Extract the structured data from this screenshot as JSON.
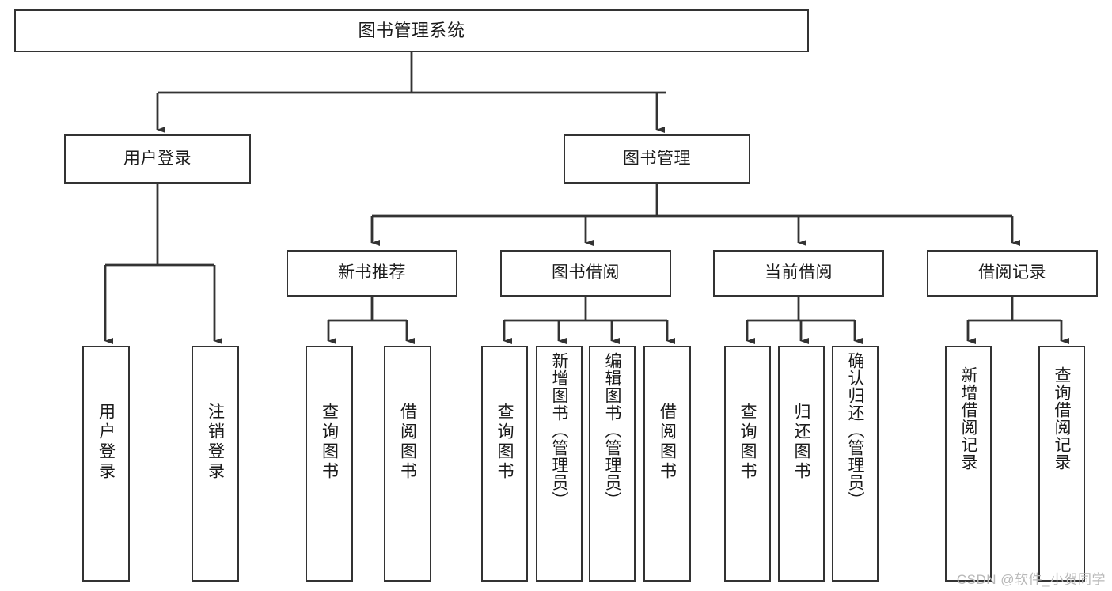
{
  "diagram": {
    "type": "tree-hierarchy",
    "title": "图书管理系统",
    "watermark": "CSDN @软件_小贺同学",
    "colors": {
      "stroke": "#333333",
      "fill": "#ffffff",
      "text": "#1a1a1a",
      "watermark": "#b8b8b8"
    },
    "nodes": {
      "root": {
        "label": "图书管理系统"
      },
      "level2": [
        {
          "label": "用户登录"
        },
        {
          "label": "图书管理"
        }
      ],
      "level3": [
        {
          "label": "新书推荐"
        },
        {
          "label": "图书借阅"
        },
        {
          "label": "当前借阅"
        },
        {
          "label": "借阅记录"
        }
      ],
      "leaves_user_login": [
        {
          "label": "用户登录"
        },
        {
          "label": "注销登录"
        }
      ],
      "leaves_new_book": [
        {
          "label": "查询图书"
        },
        {
          "label": "借阅图书"
        }
      ],
      "leaves_borrow": [
        {
          "label": "查询图书"
        },
        {
          "label": "新增图书（管理员）"
        },
        {
          "label": "编辑图书（管理员）"
        },
        {
          "label": "借阅图书"
        }
      ],
      "leaves_current": [
        {
          "label": "查询图书"
        },
        {
          "label": "归还图书"
        },
        {
          "label": "确认归还（管理员）"
        }
      ],
      "leaves_records": [
        {
          "label": "新增借阅记录"
        },
        {
          "label": "查询借阅记录"
        }
      ]
    }
  }
}
